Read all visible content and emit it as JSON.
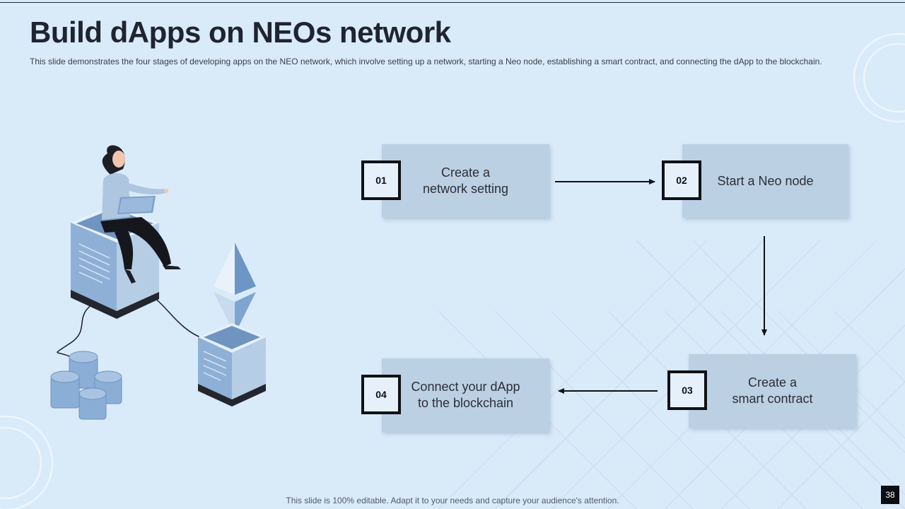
{
  "slide": {
    "title": "Build dApps on NEOs network",
    "subtitle": "This slide demonstrates the four stages of developing apps on the NEO network, which involve setting up a network, starting a Neo node, establishing a smart contract, and connecting the dApp to the blockchain.",
    "footer": "This slide is 100% editable. Adapt it to your needs and capture your audience's attention.",
    "page_number": "38"
  },
  "steps": [
    {
      "number": "01",
      "label": "Create a\nnetwork setting"
    },
    {
      "number": "02",
      "label": "Start a Neo node"
    },
    {
      "number": "03",
      "label": "Create a\nsmart contract"
    },
    {
      "number": "04",
      "label": "Connect your dApp\nto the blockchain"
    }
  ],
  "colors": {
    "background": "#d9eaf9",
    "step_box": "#bcd0e4",
    "badge_border": "#0e1116",
    "title": "#1f2430"
  },
  "illustration": {
    "icons": [
      "woman-with-laptop-icon",
      "server-cube-icon",
      "ethereum-crystal-icon",
      "coin-stack-icon"
    ]
  }
}
